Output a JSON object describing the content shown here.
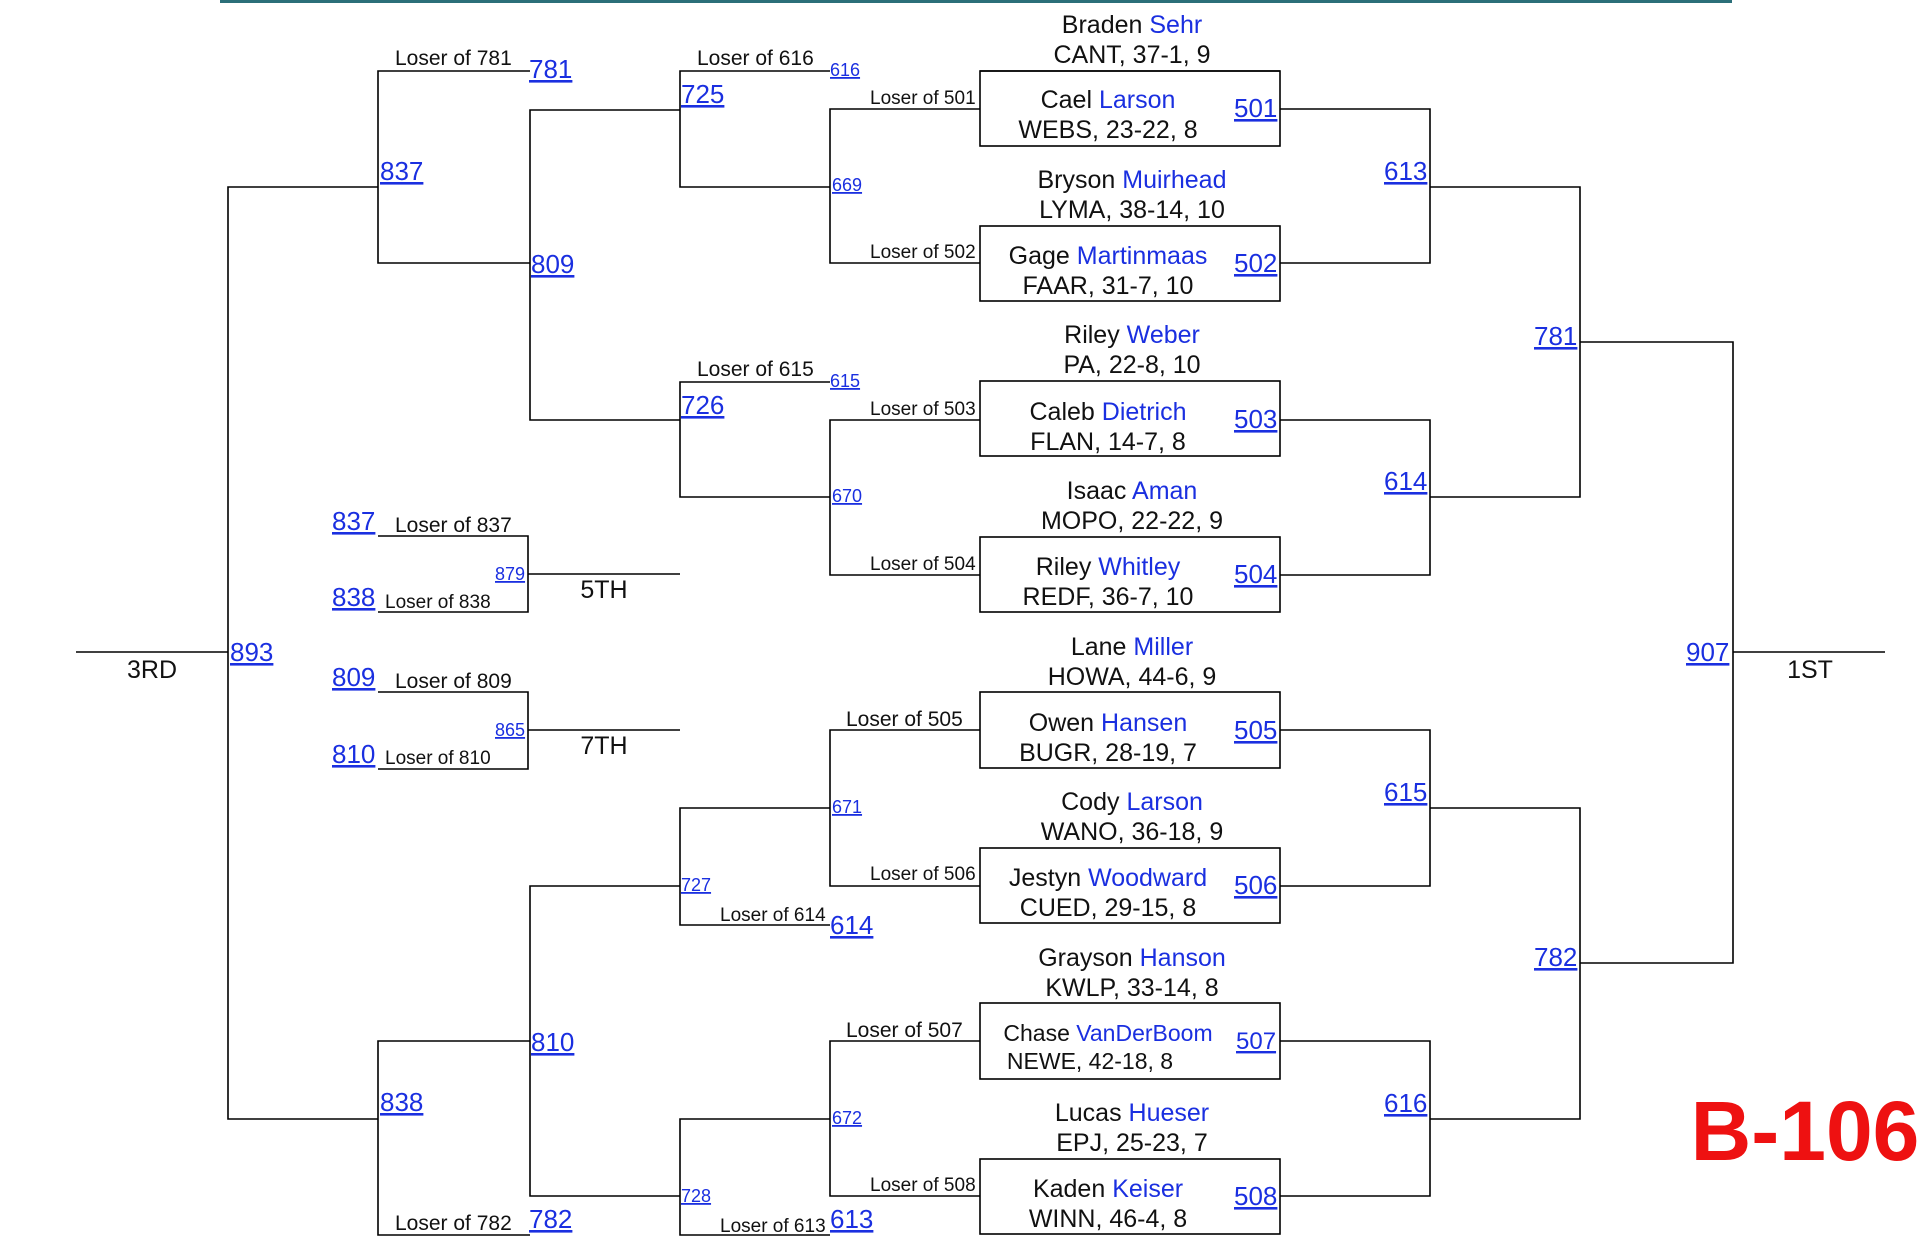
{
  "wrestlers": [
    {
      "first": "Braden",
      "last": "Sehr",
      "info": "CANT, 37-1, 9"
    },
    {
      "first": "Cael",
      "last": "Larson",
      "info": "WEBS, 23-22, 8"
    },
    {
      "first": "Bryson",
      "last": "Muirhead",
      "info": "LYMA, 38-14, 10"
    },
    {
      "first": "Gage",
      "last": "Martinmaas",
      "info": "FAAR, 31-7, 10"
    },
    {
      "first": "Riley",
      "last": "Weber",
      "info": "PA, 22-8, 10"
    },
    {
      "first": "Caleb",
      "last": "Dietrich",
      "info": "FLAN, 14-7, 8"
    },
    {
      "first": "Isaac",
      "last": "Aman",
      "info": "MOPO, 22-22, 9"
    },
    {
      "first": "Riley",
      "last": "Whitley",
      "info": "REDF, 36-7, 10"
    },
    {
      "first": "Lane",
      "last": "Miller",
      "info": "HOWA, 44-6, 9"
    },
    {
      "first": "Owen",
      "last": "Hansen",
      "info": "BUGR, 28-19, 7"
    },
    {
      "first": "Cody",
      "last": "Larson",
      "info": "WANO, 36-18, 9"
    },
    {
      "first": "Jestyn",
      "last": "Woodward",
      "info": "CUED, 29-15, 8"
    },
    {
      "first": "Grayson",
      "last": "Hanson",
      "info": "KWLP, 33-14, 8"
    },
    {
      "first": "Chase",
      "last": "VanDerBoom",
      "info": "NEWE, 42-18, 8"
    },
    {
      "first": "Lucas",
      "last": "Hueser",
      "info": "EPJ, 25-23, 7"
    },
    {
      "first": "Kaden",
      "last": "Keiser",
      "info": "WINN, 46-4, 8"
    }
  ],
  "bouts": {
    "b501": "501",
    "b502": "502",
    "b503": "503",
    "b504": "504",
    "b505": "505",
    "b506": "506",
    "b507": "507",
    "b508": "508",
    "b613": "613",
    "b614": "614",
    "b615": "615",
    "b616": "616",
    "b781": "781",
    "b782": "782",
    "b907": "907",
    "b669": "669",
    "b670": "670",
    "b671": "671",
    "b672": "672",
    "b725": "725",
    "b726": "726",
    "b727": "727",
    "b728": "728",
    "b809": "809",
    "b810": "810",
    "b837": "837",
    "b838": "838",
    "b893": "893",
    "b879": "879",
    "b865": "865"
  },
  "loser_labels": {
    "l501": "Loser of 501",
    "l502": "Loser of 502",
    "l503": "Loser of 503",
    "l504": "Loser of 504",
    "l505": "Loser of 505",
    "l506": "Loser of 506",
    "l507": "Loser of 507",
    "l508": "Loser of 508",
    "l616": "Loser of 616",
    "l615": "Loser of 615",
    "l614": "Loser of 614",
    "l613": "Loser of 613",
    "l781": "Loser of 781",
    "l782": "Loser of 782",
    "l837": "Loser of 837",
    "l838": "Loser of 838",
    "l809": "Loser of 809",
    "l810": "Loser of 810"
  },
  "places": {
    "first": "1ST",
    "third": "3RD",
    "fifth": "5TH",
    "seventh": "7TH"
  },
  "bracket_code": "B-106"
}
